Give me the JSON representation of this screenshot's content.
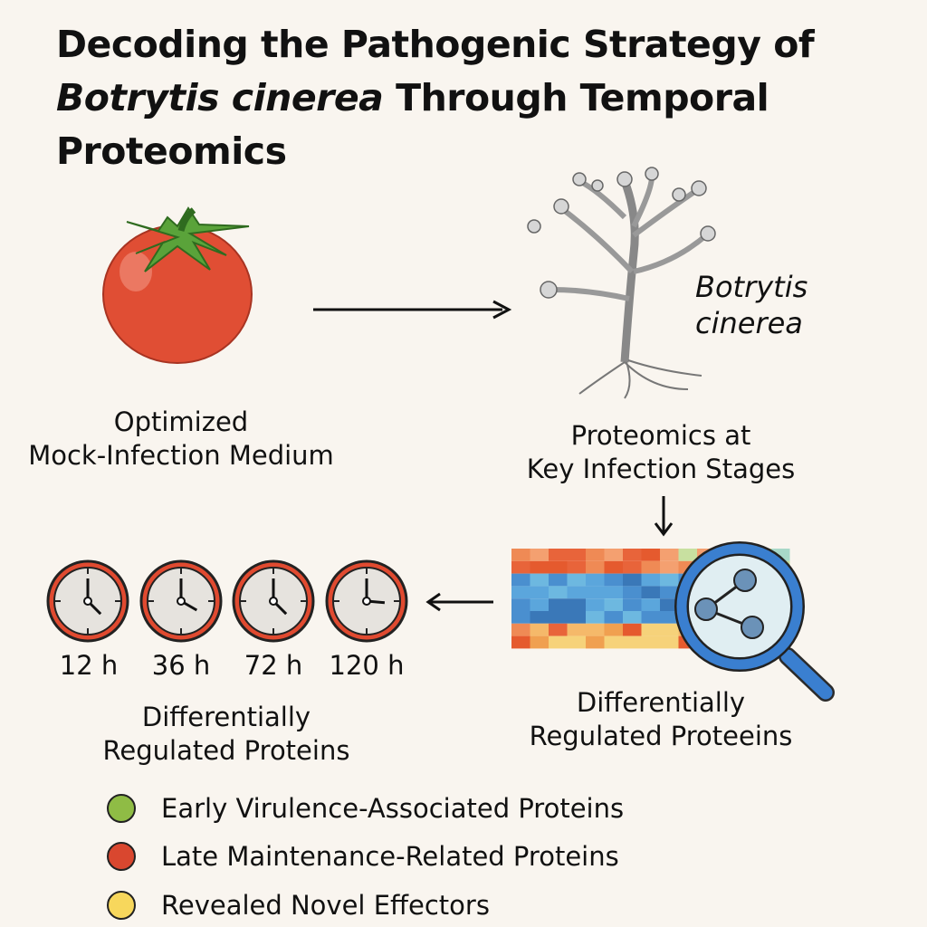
{
  "title": {
    "line1": "Decoding the Pathogenic Strategy of",
    "species": "Botrytis cinerea",
    "line2_rest": " Through Temporal",
    "line3": "Proteomics"
  },
  "tomato": {
    "label_l1": "Optimized",
    "label_l2": "Mock-Infection Medium"
  },
  "fungus": {
    "name_l1": "Botrytis",
    "name_l2": "cinerea",
    "label_l1": "Proteomics at",
    "label_l2": "Key Infection Stages"
  },
  "heatmap": {
    "label_l1": "Differentially",
    "label_l2": "Regulated Proteeins"
  },
  "timepoints": [
    "12 h",
    "36 h",
    "72 h",
    "120 h"
  ],
  "timeline": {
    "label_l1": "Differentially",
    "label_l2": "Regulated Proteins"
  },
  "legend": [
    {
      "label": "Early Virulence-Associated Proteins",
      "color": "#8fbc45"
    },
    {
      "label": "Late Maintenance-Related Proteins",
      "color": "#d9472f"
    },
    {
      "label": "Revealed Novel Effectors",
      "color": "#f7d75c"
    }
  ]
}
